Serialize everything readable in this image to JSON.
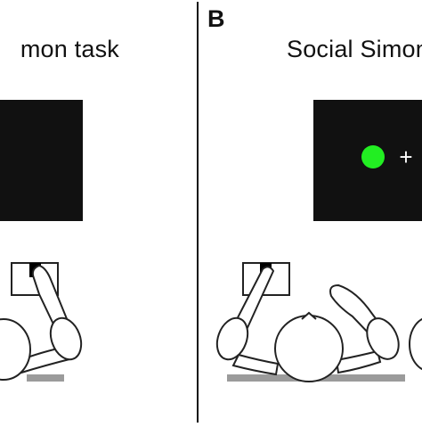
{
  "figure": {
    "panel_a": {
      "title": "Simon task",
      "title_visible_fragment": "mon task"
    },
    "panel_b": {
      "letter": "B",
      "title": "Social Simon"
    },
    "stimulus": {
      "fixation": "+",
      "circle_color": "#22ee22"
    },
    "colors": {
      "screen": "#111111",
      "key": "#000000",
      "table_bar": "#9b9b9b",
      "outline": "#222222",
      "divider": "#111111"
    }
  }
}
